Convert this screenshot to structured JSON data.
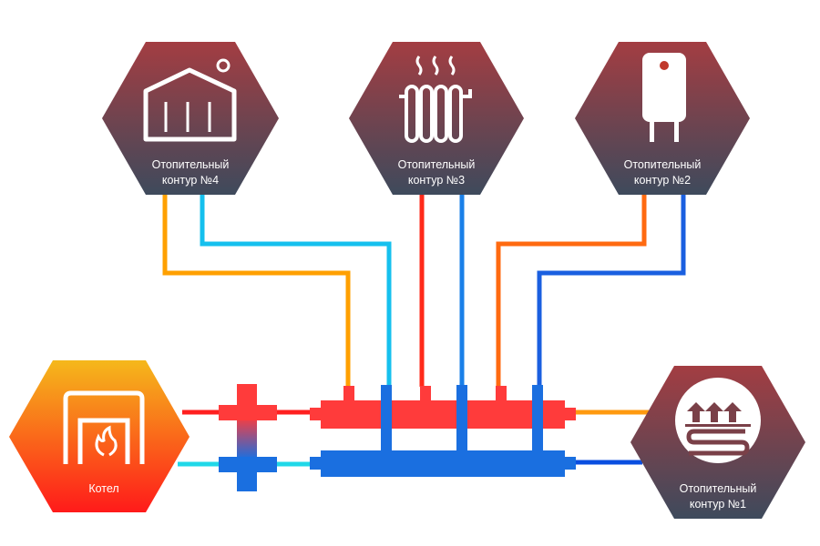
{
  "nodes": {
    "circuit4": {
      "line1": "Отопительный",
      "line2": "контур  №4",
      "icon": "greenhouse-icon"
    },
    "circuit3": {
      "line1": "Отопительный",
      "line2": "контур  №3",
      "icon": "radiator-icon"
    },
    "circuit2": {
      "line1": "Отопительный",
      "line2": "контур  №2",
      "icon": "water-heater-icon"
    },
    "circuit1": {
      "line1": "Отопительный",
      "line2": "контур  №1",
      "icon": "underfloor-heating-icon"
    },
    "boiler": {
      "label": "Котел",
      "icon": "boiler-icon"
    }
  },
  "colors": {
    "hot": "#ff3b3b",
    "cold": "#1a6fe0",
    "hex_top": "#a33d42",
    "hex_bottom": "#3e4a5c",
    "boiler_top": "#f5b81b",
    "boiler_bottom": "#ff1a1a"
  }
}
